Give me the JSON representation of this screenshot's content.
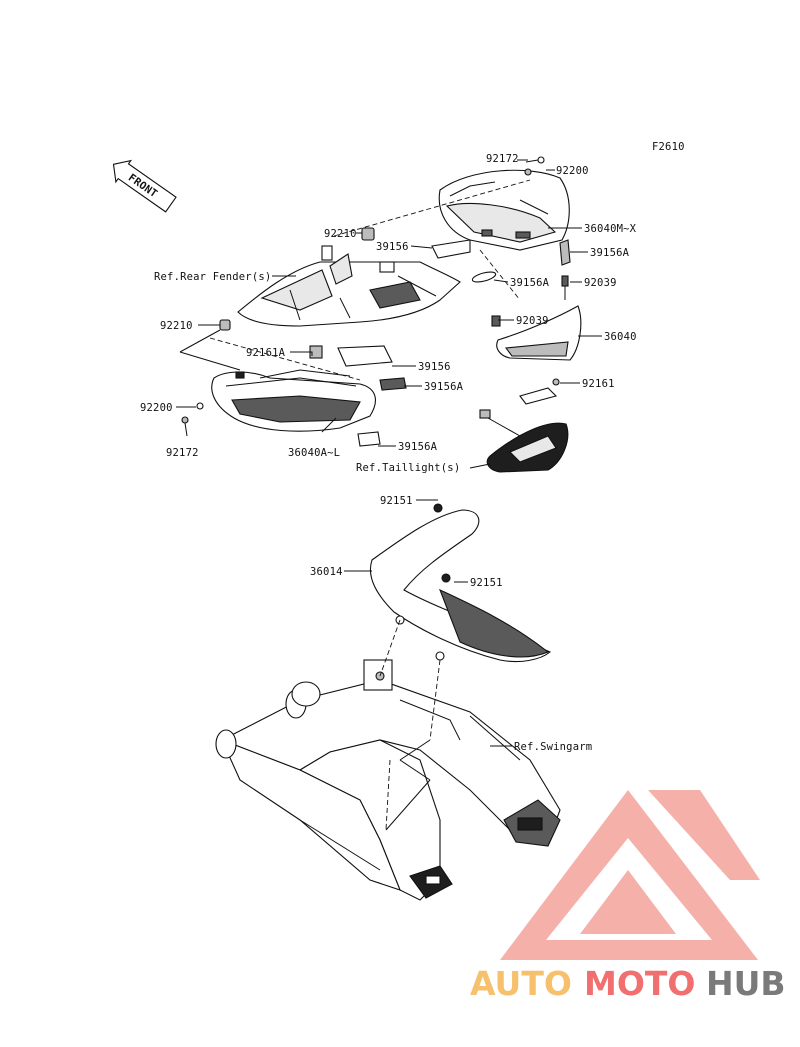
{
  "figure_code": "F2610",
  "front_badge": "FRONT",
  "labels": {
    "92172_top": "92172",
    "92200_top": "92200",
    "36040M_X": "36040M~X",
    "92210_top": "92210",
    "39156_top": "39156",
    "39156A_r1": "39156A",
    "ref_rear_fender": "Ref.Rear Fender(s)",
    "39156A_r2": "39156A",
    "92039_r": "92039",
    "92039_l": "92039",
    "92210_left": "92210",
    "36040": "36040",
    "92161A": "92161A",
    "39156_mid": "39156",
    "39156A_mid": "39156A",
    "92161": "92161",
    "92200_left": "92200",
    "92172_left": "92172",
    "36040A_L": "36040A~L",
    "39156A_bot": "39156A",
    "ref_taillight": "Ref.Taillight(s)",
    "92151_top": "92151",
    "36014": "36014",
    "92151_mid": "92151",
    "ref_swingarm": "Ref.Swingarm"
  },
  "watermark": {
    "part1": "AUTO",
    "part2": "MOTO",
    "part3": "HUB",
    "colors": {
      "auto": "#f7c06d",
      "moto": "#f26f6f",
      "hub": "#7a7a7a",
      "logo": "#f4a39c"
    }
  }
}
